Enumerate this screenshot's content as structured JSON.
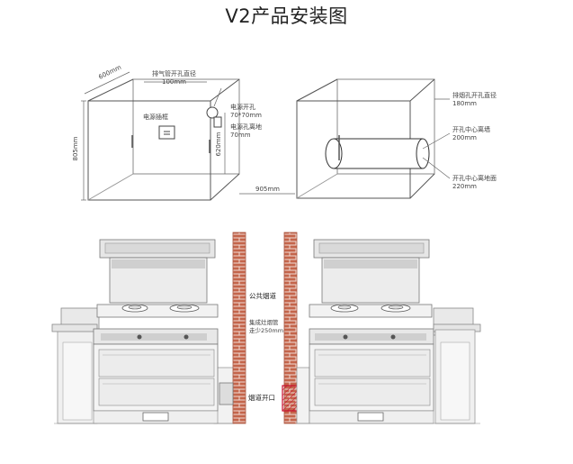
{
  "title": "V2产品安装图",
  "top_left": {
    "dim_depth": "600mm",
    "dim_height": "805mm",
    "dim_width": "905mm",
    "exhaust_label": "排气管开孔直径",
    "exhaust_value": "100mm",
    "socket_label": "电源插框",
    "power_hole_label": "电源开孔",
    "power_hole_value": "70*70mm",
    "power_hole_dist_label": "电源孔离地",
    "power_hole_dist_value": "70mm",
    "inner_height": "620mm"
  },
  "top_right": {
    "hole_dia_label": "排烟孔开孔直径",
    "hole_dia_value": "180mm",
    "center_dist_label": "开孔中心离墙",
    "center_dist_value": "200mm",
    "center_floor_label": "开孔中心离地面",
    "center_floor_value": "220mm"
  },
  "bottom": {
    "flue_label": "公共烟道",
    "pipe_label_1": "集成灶烟管",
    "pipe_label_2": "走少250mm",
    "opening_label": "烟道开口"
  },
  "colors": {
    "brick": "#c4654b",
    "brick_mortar": "#f1dcd4",
    "opening": "#c8102e",
    "line": "#4a4a4a",
    "glass": "#ececec"
  }
}
